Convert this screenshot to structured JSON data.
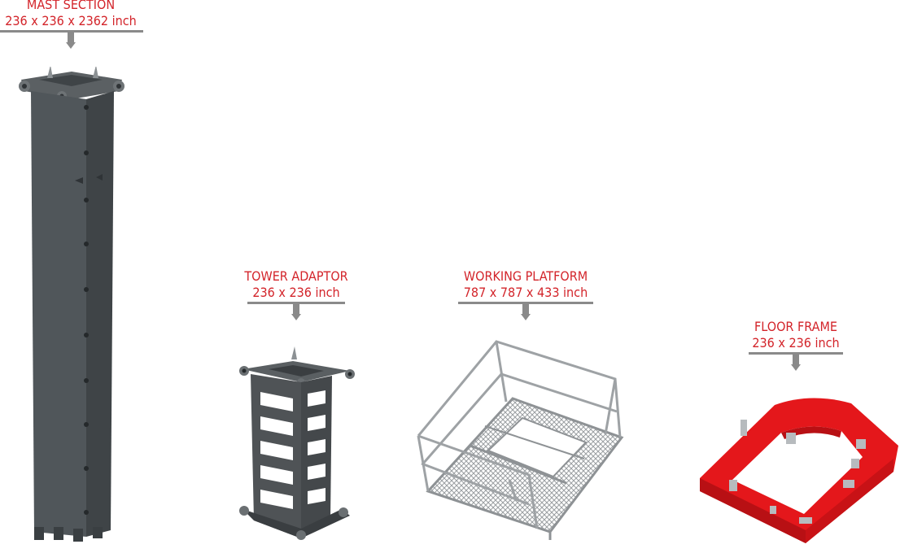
{
  "products": [
    {
      "name": "MAST SECTION",
      "size": "236 x 236 x 2362 inch",
      "color": "#505659"
    },
    {
      "name": "TOWER ADAPTOR",
      "size": "236 x 236 inch",
      "color": "#4f5356"
    },
    {
      "name": "WORKING PLATFORM",
      "size": "787 x 787 x 433 inch",
      "color": "#a9adb0"
    },
    {
      "name": "FLOOR FRAME",
      "size": "236 x 236 inch",
      "color": "#e4171b"
    }
  ],
  "colors": {
    "label_text": "#d3242a",
    "pointer": "#8a8a8a"
  }
}
